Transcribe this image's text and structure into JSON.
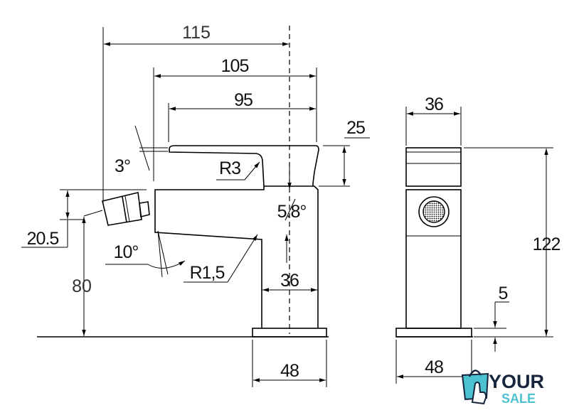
{
  "dimensions": {
    "d115": "115",
    "d105": "105",
    "d95": "95",
    "d25": "25",
    "a3": "3°",
    "r3": "R3",
    "a58": "5.8°",
    "d205": "20.5",
    "a10": "10°",
    "r15": "R1,5",
    "d36_front": "36",
    "d80": "80",
    "d48_front": "48",
    "d36_side": "36",
    "d122": "122",
    "d5": "5",
    "d48_side": "48"
  },
  "logo": {
    "line1": "YOUR",
    "line2": "SALE",
    "colors": {
      "dark": "#16243c",
      "accent": "#4cc1d0"
    }
  }
}
